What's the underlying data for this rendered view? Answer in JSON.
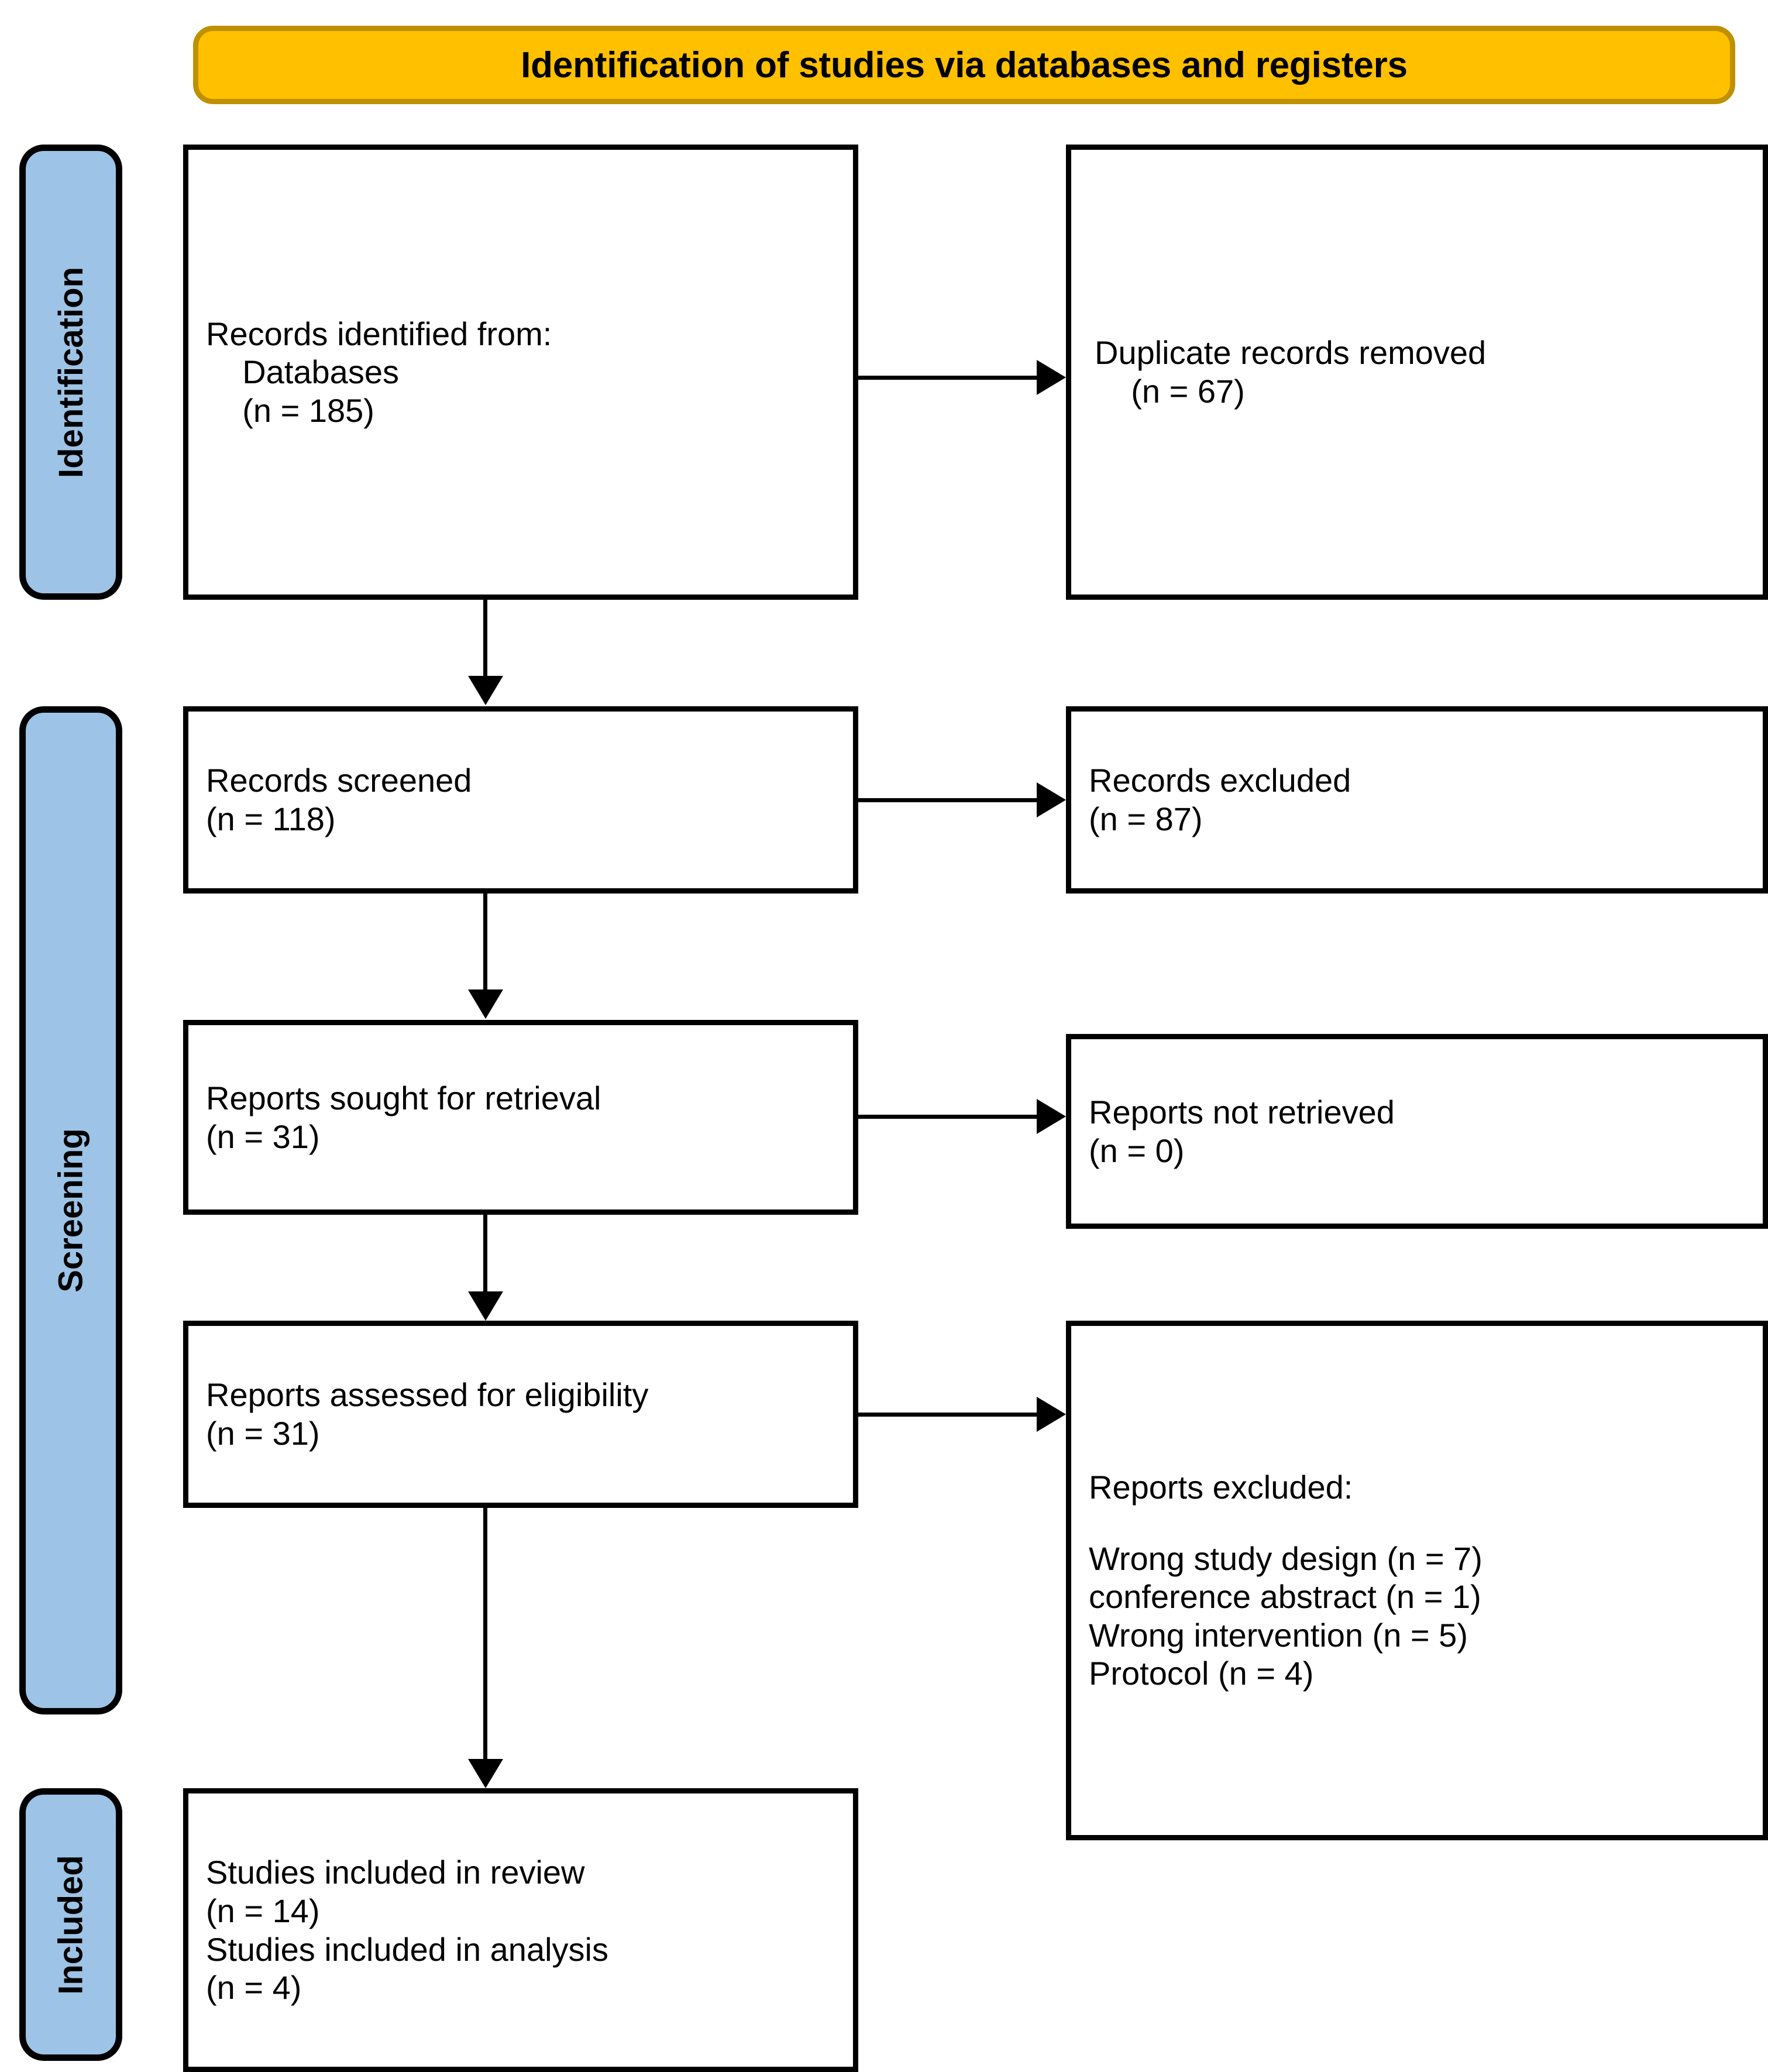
{
  "header": {
    "title": "Identification of studies via databases and registers",
    "fill_color": "#FFC000",
    "border_color": "#BF9000"
  },
  "stages": [
    {
      "id": "identification",
      "label": "Identification"
    },
    {
      "id": "screening",
      "label": "Screening"
    },
    {
      "id": "included",
      "label": "Included"
    }
  ],
  "stage_fill_color": "#9DC3E6",
  "boxes": {
    "records_identified": {
      "line1": "Records identified from:",
      "line2": "    Databases",
      "line3": "    (n = 185)"
    },
    "duplicates_removed": {
      "line1": "Duplicate records removed",
      "line2": "    (n = 67)"
    },
    "records_screened": {
      "line1": "Records screened",
      "line2": "(n = 118)"
    },
    "records_excluded": {
      "line1": "Records excluded",
      "line2": "(n = 87)"
    },
    "reports_sought": {
      "line1": "Reports sought for retrieval",
      "line2": "(n = 31)"
    },
    "reports_not_retrieved": {
      "line1": "Reports not retrieved",
      "line2": "(n = 0)"
    },
    "reports_assessed": {
      "line1": "Reports assessed for eligibility",
      "line2": "(n = 31)"
    },
    "reports_excluded": {
      "heading": "Reports excluded:",
      "reasons": [
        "Wrong study design (n = 7)",
        "conference abstract (n = 1)",
        "Wrong intervention (n = 5)",
        "Protocol (n = 4)"
      ]
    },
    "studies_included": {
      "line1": "Studies included in review",
      "line2": "(n = 14)",
      "line3": "Studies included in analysis",
      "line4": "(n = 4)"
    }
  },
  "chart_data": {
    "type": "diagram",
    "title": "Identification of studies via databases and registers",
    "flow": [
      {
        "stage": "Identification",
        "node": "Records identified from: Databases",
        "n": 185
      },
      {
        "stage": "Identification",
        "node": "Duplicate records removed",
        "n": 67
      },
      {
        "stage": "Screening",
        "node": "Records screened",
        "n": 118
      },
      {
        "stage": "Screening",
        "node": "Records excluded",
        "n": 87
      },
      {
        "stage": "Screening",
        "node": "Reports sought for retrieval",
        "n": 31
      },
      {
        "stage": "Screening",
        "node": "Reports not retrieved",
        "n": 0
      },
      {
        "stage": "Screening",
        "node": "Reports assessed for eligibility",
        "n": 31
      },
      {
        "stage": "Screening",
        "node": "Reports excluded: Wrong study design",
        "n": 7
      },
      {
        "stage": "Screening",
        "node": "Reports excluded: conference abstract",
        "n": 1
      },
      {
        "stage": "Screening",
        "node": "Reports excluded: Wrong intervention",
        "n": 5
      },
      {
        "stage": "Screening",
        "node": "Reports excluded: Protocol",
        "n": 4
      },
      {
        "stage": "Included",
        "node": "Studies included in review",
        "n": 14
      },
      {
        "stage": "Included",
        "node": "Studies included in analysis",
        "n": 4
      }
    ]
  }
}
